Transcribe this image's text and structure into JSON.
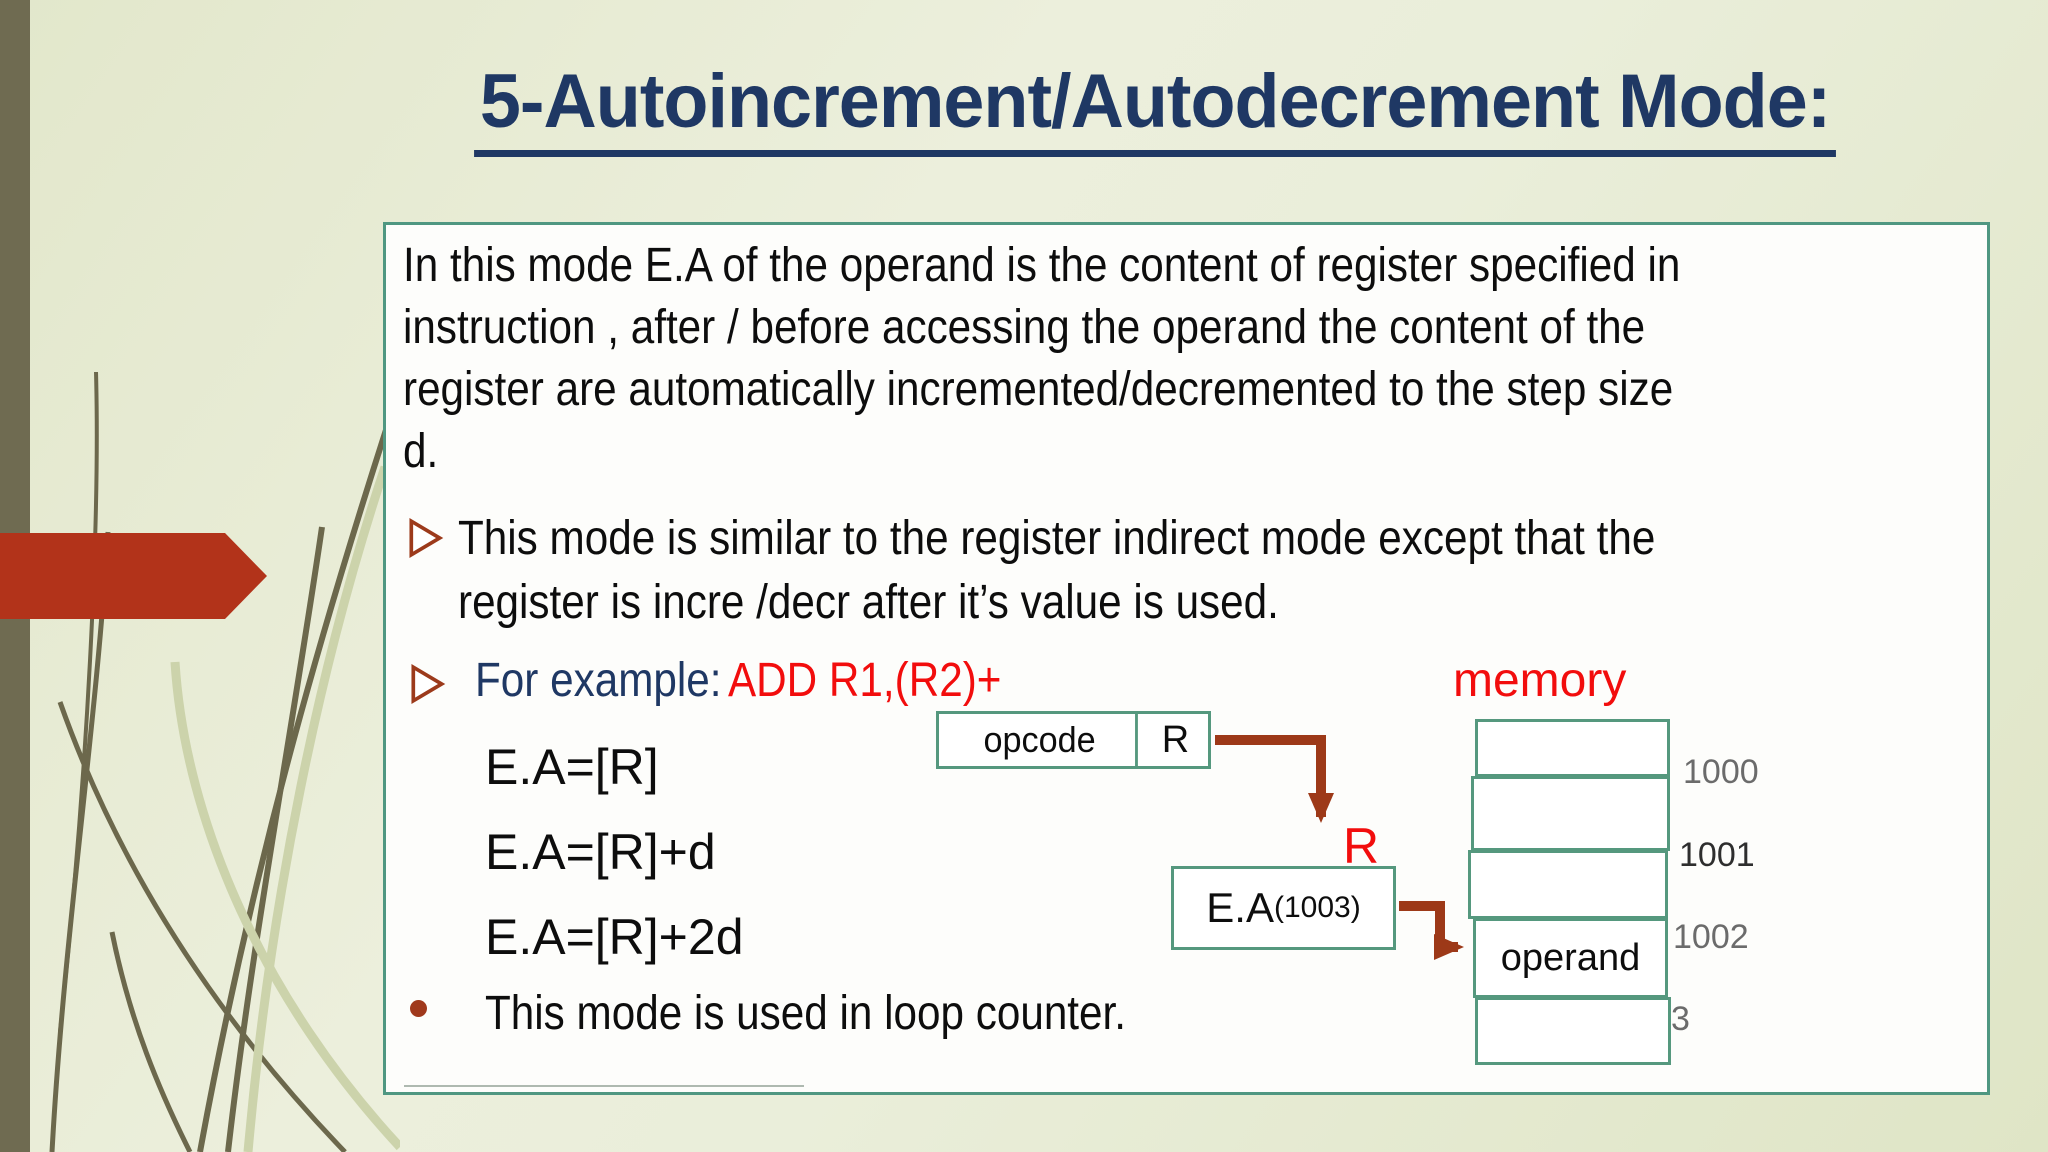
{
  "slide": {
    "title": "5-Autoincrement/Autodecrement Mode:",
    "paragraph": "In this mode E.A of the operand is the content of register specified in\ninstruction , after / before accessing  the operand the content of the\nregister are automatically incremented/decremented to the step size\nd.",
    "bullets": {
      "similar_mode": "This mode is similar to the register indirect mode except that the\nregister is incre /decr after it’s value is used.",
      "for_example_label": "For example:",
      "for_example_code": "ADD R1,(R2)+",
      "loop_counter": "This mode is used in loop counter."
    },
    "equations": [
      "E.A=[R]",
      "E.A=[R]+d",
      "E.A=[R]+2d"
    ]
  },
  "diagram": {
    "memory_label": "memory",
    "instruction": {
      "opcode_label": "opcode",
      "register_label": "R"
    },
    "register_pointer_label": "R",
    "ea_label": "E.A",
    "ea_value": "(1003)",
    "memory_cells": [
      {
        "value": "",
        "address": "1000"
      },
      {
        "value": "",
        "address": "1001"
      },
      {
        "value": "",
        "address": "1002"
      },
      {
        "value": "operand",
        "address": "3"
      },
      {
        "value": "",
        "address": ""
      }
    ]
  },
  "colors": {
    "title_navy": "#1f3864",
    "accent_red_text": "#f20d0d",
    "arrow_dark_red": "#9d3918",
    "box_border_teal": "#4f9781",
    "cell_border_teal": "#55987e",
    "side_bar_olive": "#6f6b51",
    "banner_red": "#b2331a",
    "address_gray": "#6b6b6b",
    "bullet_brown": "#a0391c",
    "background_green": "#e8ecd7"
  }
}
